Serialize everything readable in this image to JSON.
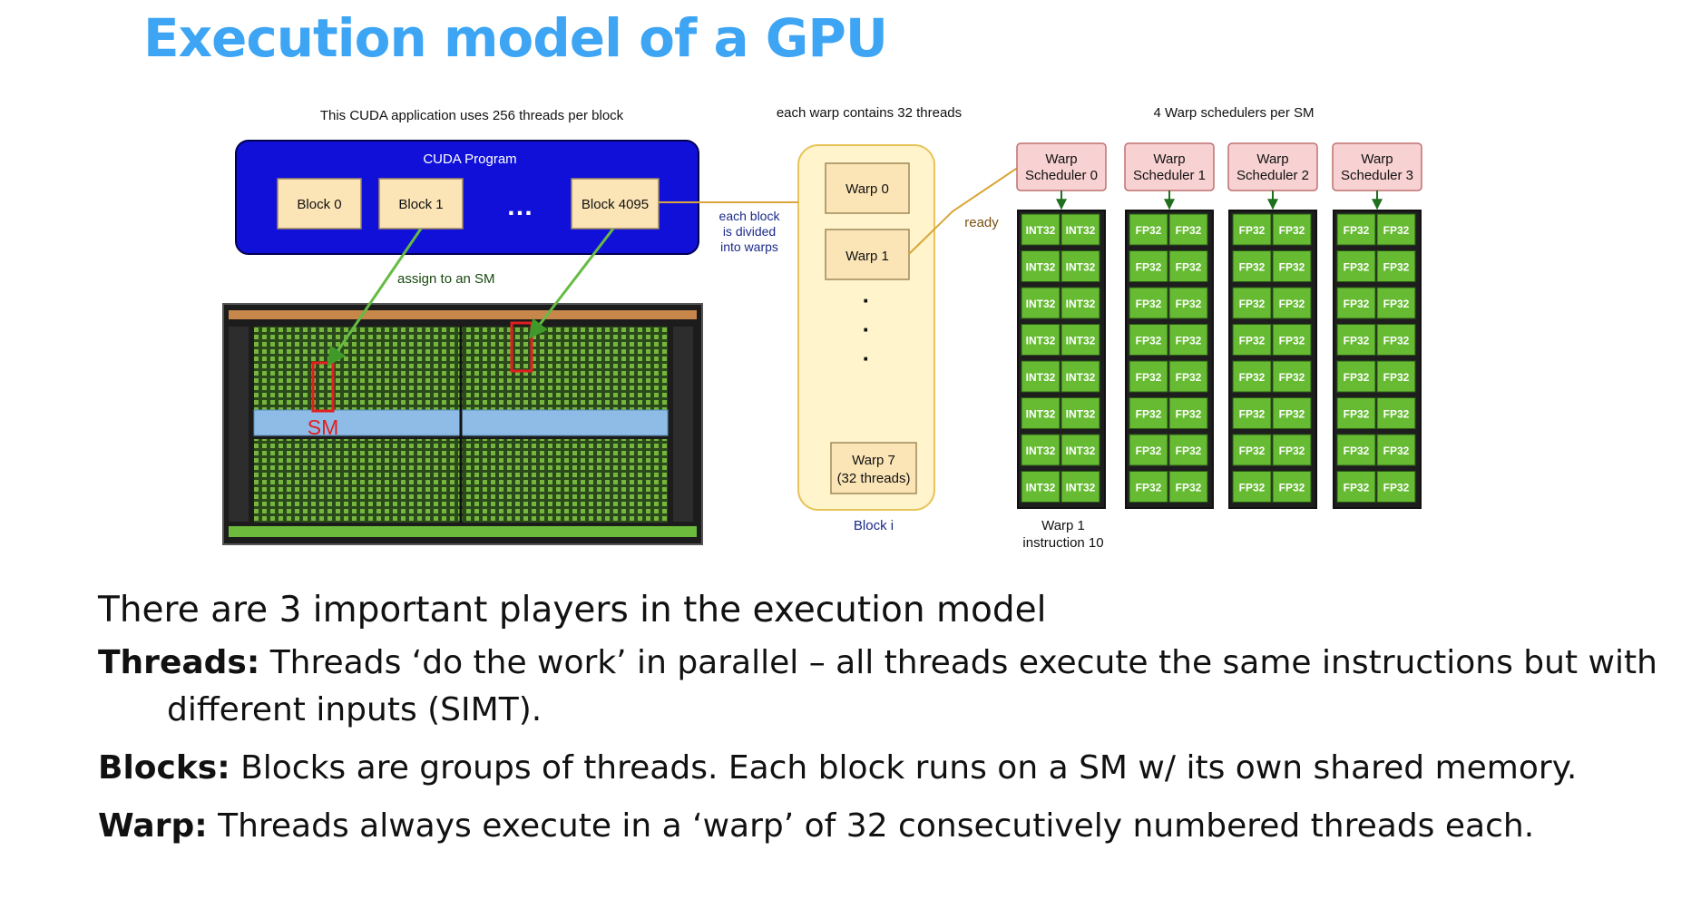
{
  "slide": {
    "title": "Execution model of a GPU"
  },
  "diagram": {
    "captions": {
      "threads_per_block": "This CUDA application uses 256 threads per block",
      "threads_per_warp": "each warp contains 32 threads",
      "schedulers_per_sm": "4 Warp schedulers per SM"
    },
    "program": {
      "title": "CUDA Program",
      "blocks": [
        "Block 0",
        "Block 1",
        "Block 4095"
      ],
      "ellipsis": "…"
    },
    "assign_label": "assign to an SM",
    "sm_label": "SM",
    "divide_label": [
      "each block",
      "is divided",
      "into warps"
    ],
    "block_i": {
      "label": "Block i",
      "warps": [
        "Warp 0",
        "Warp 1"
      ],
      "dots": [
        "·",
        "·",
        "·"
      ],
      "last_warp": [
        "Warp 7",
        "(32 threads)"
      ]
    },
    "ready_label": "ready",
    "schedulers": [
      {
        "line1": "Warp",
        "line2": "Scheduler 0",
        "unit": "INT32"
      },
      {
        "line1": "Warp",
        "line2": "Scheduler 1",
        "unit": "FP32"
      },
      {
        "line1": "Warp",
        "line2": "Scheduler 2",
        "unit": "FP32"
      },
      {
        "line1": "Warp",
        "line2": "Scheduler 3",
        "unit": "FP32"
      }
    ],
    "instruction_label": [
      "Warp 1",
      "instruction 10"
    ],
    "colors": {
      "program_bg": "#1010d8",
      "box_fill": "#fbe5b6",
      "block_bg": "#fff4cc",
      "scheduler_fill": "#f8d2d2",
      "unit_fill": "#66bb33",
      "arrow_green": "#66bb44",
      "arrow_gold": "#d9a63a",
      "title_blue": "#3da5f4",
      "sm_red": "#e02020"
    }
  },
  "body": {
    "intro": "There are 3 important players in the execution model",
    "points": [
      {
        "term": "Threads:",
        "text": " Threads ‘do the work’ in parallel – all threads execute the same instructions but with different inputs (SIMT)."
      },
      {
        "term": "Blocks:",
        "text": " Blocks are groups of threads. Each block runs on a SM w/ its own shared memory."
      },
      {
        "term": "Warp:",
        "text": " Threads always execute in a ‘warp’ of 32 consecutively numbered threads each."
      }
    ]
  }
}
